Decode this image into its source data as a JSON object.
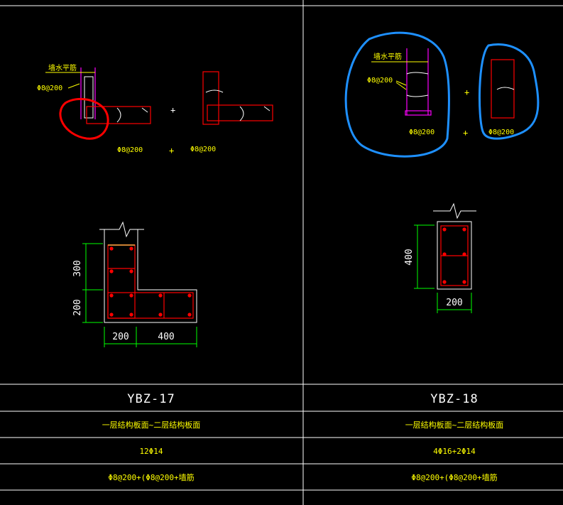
{
  "columns": [
    {
      "name": "YBZ-17",
      "section_note_left": "墙水平筋",
      "stirrup_callout": "Φ8@200",
      "stirrup_label_1": "Φ8@200",
      "plus_sign": "+",
      "stirrup_label_2": "Φ8@200",
      "dim_height_top": "300",
      "dim_height_bottom": "200",
      "dim_width_left": "200",
      "dim_width_right": "400",
      "location": "一层结构板面~二层结构板面",
      "longitudinal_bars": "12Φ14",
      "stirrups": "Φ8@200+(Φ8@200+墙筋"
    },
    {
      "name": "YBZ-18",
      "section_note_left": "墙水平筋",
      "stirrup_callout": "Φ8@200",
      "plus_sign": "+",
      "stirrup_label_1": "Φ8@200",
      "stirrup_label_2": "Φ8@200",
      "dim_height": "400",
      "dim_width": "200",
      "location": "一层结构板面~二层结构板面",
      "longitudinal_bars": "4Φ16+2Φ14",
      "stirrups": "Φ8@200+(Φ8@200+墙筋"
    }
  ],
  "colors": {
    "grid": "#ffffff",
    "section_outline": "#ffffff",
    "rebar": "#ff0000",
    "dimension": "#00ff00",
    "text_label": "#ffff00",
    "vertical_bar": "#ff00ff",
    "annotation_red": "#ff0000",
    "annotation_blue": "#1e90ff"
  }
}
